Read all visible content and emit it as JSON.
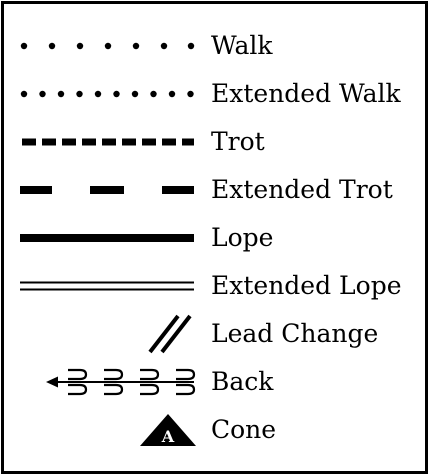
{
  "legend": {
    "items": [
      {
        "key": "walk",
        "label": "Walk",
        "symbol": "sparse-dots"
      },
      {
        "key": "extended-walk",
        "label": "Extended Walk",
        "symbol": "dense-dots"
      },
      {
        "key": "trot",
        "label": "Trot",
        "symbol": "short-dashes"
      },
      {
        "key": "extended-trot",
        "label": "Extended Trot",
        "symbol": "long-dashes"
      },
      {
        "key": "lope",
        "label": "Lope",
        "symbol": "solid-line"
      },
      {
        "key": "extended-lope",
        "label": "Extended Lope",
        "symbol": "double-line"
      },
      {
        "key": "lead-change",
        "label": "Lead Change",
        "symbol": "double-slash"
      },
      {
        "key": "back",
        "label": "Back",
        "symbol": "back-arrow-hoofprints"
      },
      {
        "key": "cone",
        "label": "Cone",
        "symbol": "cone-triangle",
        "cone_letter": "A"
      }
    ]
  },
  "colors": {
    "ink": "#000000",
    "background": "#ffffff"
  }
}
